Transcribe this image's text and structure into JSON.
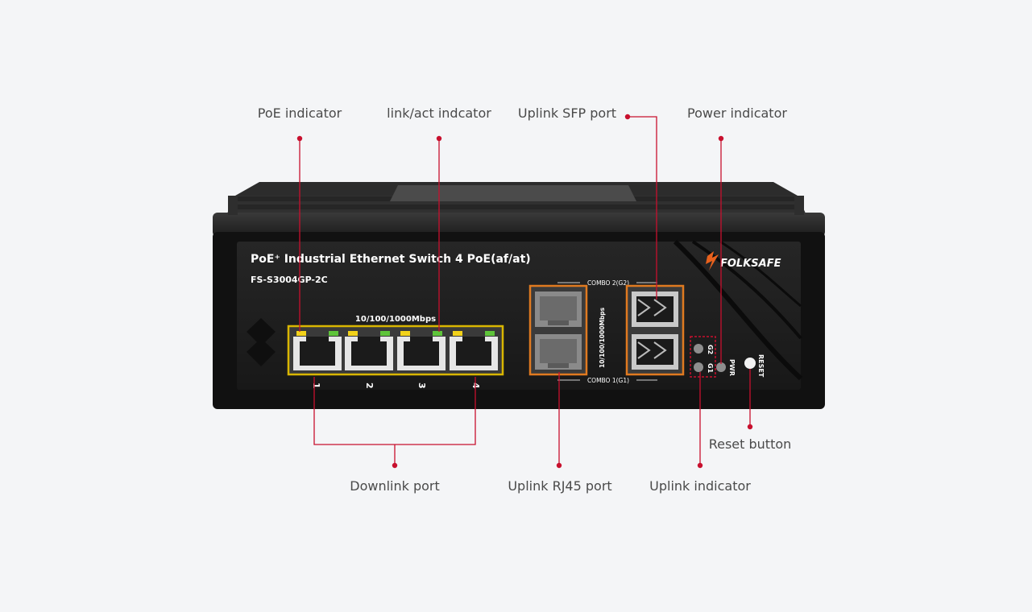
{
  "callouts": {
    "poe_indicator": "PoE indicator",
    "link_act_indicator": "link/act indcator",
    "uplink_sfp_port": "Uplink SFP port",
    "power_indicator": "Power indicator",
    "reset_button": "Reset button",
    "downlink_port": "Downlink port",
    "uplink_rj45_port": "Uplink RJ45 port",
    "uplink_indicator": "Uplink indicator"
  },
  "device": {
    "title": "PoE⁺ Industrial Ethernet Switch 4 PoE(af/at)",
    "model": "FS-S3004GP-2C",
    "brand": "FOLKSAFE",
    "speed_label": "10/100/1000Mbps",
    "combo_speed_label": "10/100/1000Mbps",
    "port_numbers": [
      "1",
      "2",
      "3",
      "4"
    ],
    "combo2_label": "COMBO 2(G2)",
    "combo1_label": "COMBO 1(G1)",
    "g2_label": "G2",
    "g1_label": "G1",
    "pwr_label": "PWR",
    "reset_label": "RESET"
  },
  "colors": {
    "accent_red": "#c8102e",
    "port_frame_yellow": "#d9b600",
    "combo_frame_orange": "#e07a20",
    "led_yellow": "#f2d21a",
    "led_green": "#5ec43a",
    "chassis": "#1e1e1e",
    "background": "#f4f5f7"
  }
}
